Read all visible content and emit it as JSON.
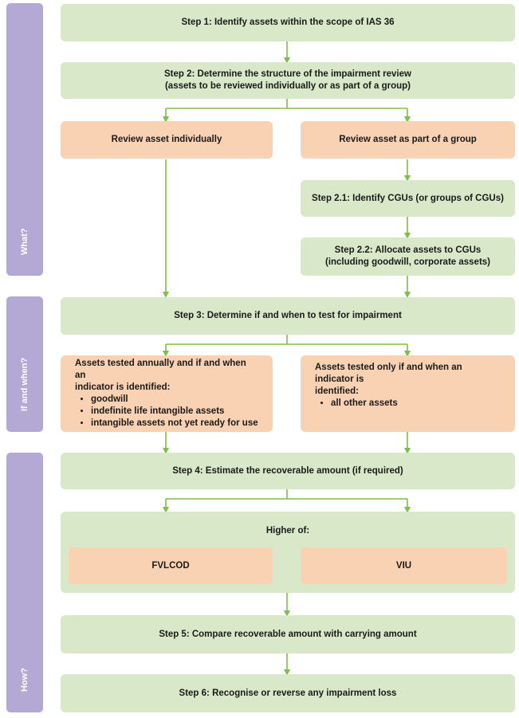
{
  "sidebar": {
    "what": "What?",
    "if_when": "If and when?",
    "how": "How?"
  },
  "steps": {
    "step1": "Step 1: Identify assets within the scope of IAS 36",
    "step2_line1": "Step 2: Determine the structure of the impairment review",
    "step2_line2": "(assets to be reviewed individually or as part of a group)",
    "review_individual": "Review asset individually",
    "review_group": "Review asset as part of a group",
    "step2_1": "Step 2.1: Identify CGUs (or groups of CGUs)",
    "step2_2_line1": "Step 2.2: Allocate assets to CGUs",
    "step2_2_line2": "(including goodwill, corporate assets)",
    "step3": "Step 3: Determine if and when to test for impairment",
    "annual_line1": "Assets tested annually and if and when an",
    "annual_line2": "indicator is identified:",
    "annual_items": [
      "goodwill",
      "indefinite life intangible assets",
      "intangible assets not yet ready for use"
    ],
    "indicator_line1": "Assets tested only if and when an indicator is",
    "indicator_line2": "identified:",
    "indicator_items": [
      "all other assets"
    ],
    "step4": "Step 4: Estimate the recoverable amount (if required)",
    "higher_of": "Higher of:",
    "fvlcod": "FVLCOD",
    "viu": "VIU",
    "step5": "Step 5: Compare recoverable amount with carrying amount",
    "step6": "Step 6: Recognise or reverse any impairment loss"
  },
  "colors": {
    "green": "#d8e8c8",
    "orange": "#f9d1b3",
    "purple": "#b3a9d4",
    "arrow": "#7cbf4a"
  }
}
